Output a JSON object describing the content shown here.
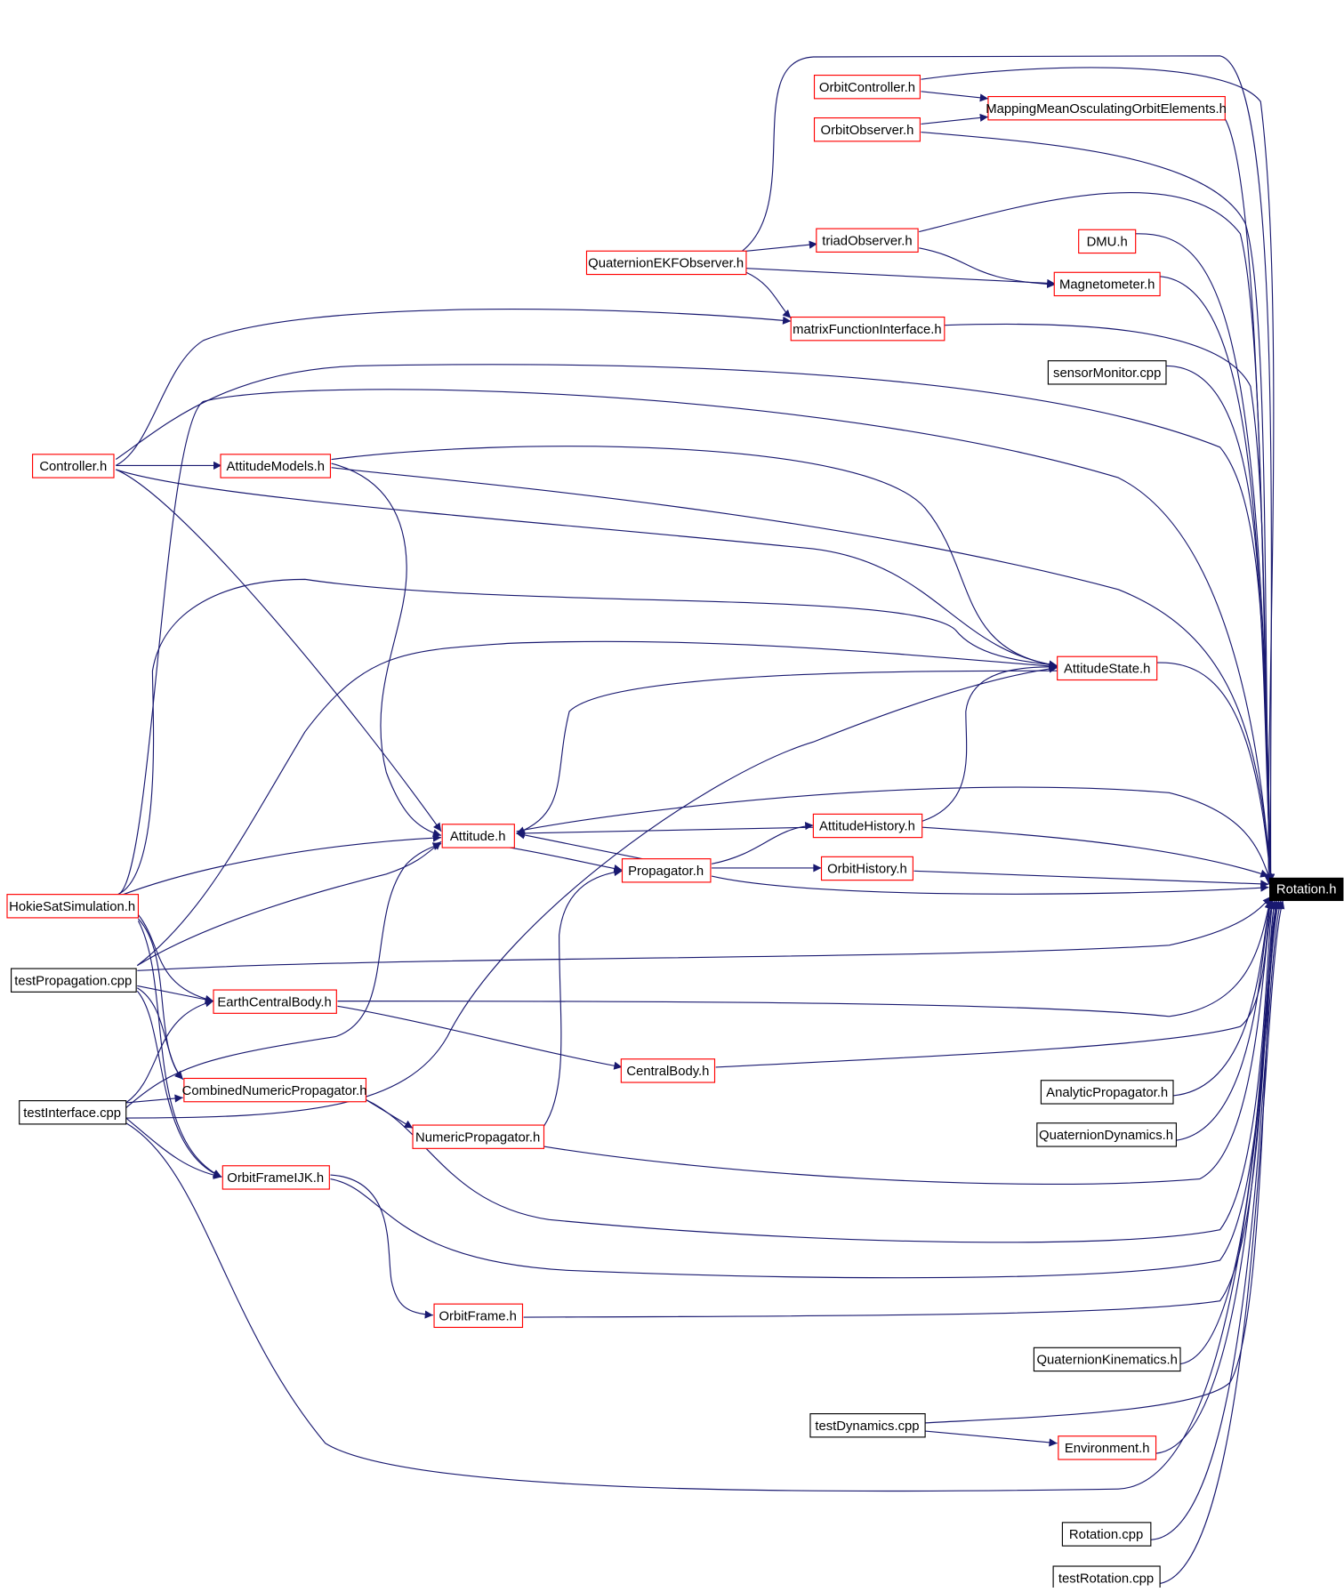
{
  "diagram": {
    "nodes": [
      {
        "id": "rotation_h",
        "label": "Rotation.h",
        "kind": "root"
      },
      {
        "id": "orbitcontroller_h",
        "label": "OrbitController.h",
        "kind": "header"
      },
      {
        "id": "mapping_h",
        "label": "MappingMeanOsculatingOrbitElements.h",
        "kind": "header"
      },
      {
        "id": "orbitobserver_h",
        "label": "OrbitObserver.h",
        "kind": "header"
      },
      {
        "id": "triadobserver_h",
        "label": "triadObserver.h",
        "kind": "header"
      },
      {
        "id": "dmu_h",
        "label": "DMU.h",
        "kind": "header"
      },
      {
        "id": "quatekf_h",
        "label": "QuaternionEKFObserver.h",
        "kind": "header"
      },
      {
        "id": "magnetometer_h",
        "label": "Magnetometer.h",
        "kind": "header"
      },
      {
        "id": "matrixfi_h",
        "label": "matrixFunctionInterface.h",
        "kind": "header"
      },
      {
        "id": "sensormonitor_cpp",
        "label": "sensorMonitor.cpp",
        "kind": "source"
      },
      {
        "id": "controller_h",
        "label": "Controller.h",
        "kind": "header"
      },
      {
        "id": "attitudemodels_h",
        "label": "AttitudeModels.h",
        "kind": "header"
      },
      {
        "id": "attitudestate_h",
        "label": "AttitudeState.h",
        "kind": "header"
      },
      {
        "id": "attitudehistory_h",
        "label": "AttitudeHistory.h",
        "kind": "header"
      },
      {
        "id": "attitude_h",
        "label": "Attitude.h",
        "kind": "header"
      },
      {
        "id": "propagator_h",
        "label": "Propagator.h",
        "kind": "header"
      },
      {
        "id": "orbithistory_h",
        "label": "OrbitHistory.h",
        "kind": "header"
      },
      {
        "id": "hokiesat_h",
        "label": "HokieSatSimulation.h",
        "kind": "header"
      },
      {
        "id": "testpropagation_cpp",
        "label": "testPropagation.cpp",
        "kind": "source"
      },
      {
        "id": "earthcentralbody_h",
        "label": "EarthCentralBody.h",
        "kind": "header"
      },
      {
        "id": "centralbody_h",
        "label": "CentralBody.h",
        "kind": "header"
      },
      {
        "id": "analyticprop_h",
        "label": "AnalyticPropagator.h",
        "kind": "source"
      },
      {
        "id": "testinterface_cpp",
        "label": "testInterface.cpp",
        "kind": "source"
      },
      {
        "id": "combinednum_h",
        "label": "CombinedNumericPropagator.h",
        "kind": "header"
      },
      {
        "id": "quatdyn_h",
        "label": "QuaternionDynamics.h",
        "kind": "source"
      },
      {
        "id": "numericprop_h",
        "label": "NumericPropagator.h",
        "kind": "header"
      },
      {
        "id": "orbitframeijk_h",
        "label": "OrbitFrameIJK.h",
        "kind": "header"
      },
      {
        "id": "orbitframe_h",
        "label": "OrbitFrame.h",
        "kind": "header"
      },
      {
        "id": "quatkin_h",
        "label": "QuaternionKinematics.h",
        "kind": "source"
      },
      {
        "id": "testdynamics_cpp",
        "label": "testDynamics.cpp",
        "kind": "source"
      },
      {
        "id": "environment_h",
        "label": "Environment.h",
        "kind": "header"
      },
      {
        "id": "rotation_cpp",
        "label": "Rotation.cpp",
        "kind": "source"
      },
      {
        "id": "testrotation_cpp",
        "label": "testRotation.cpp",
        "kind": "source"
      }
    ],
    "colors": {
      "edge": "#191970",
      "header_border": "#ff0000",
      "source_border": "#000000",
      "root_fill": "#000000",
      "root_text": "#ffffff"
    }
  }
}
